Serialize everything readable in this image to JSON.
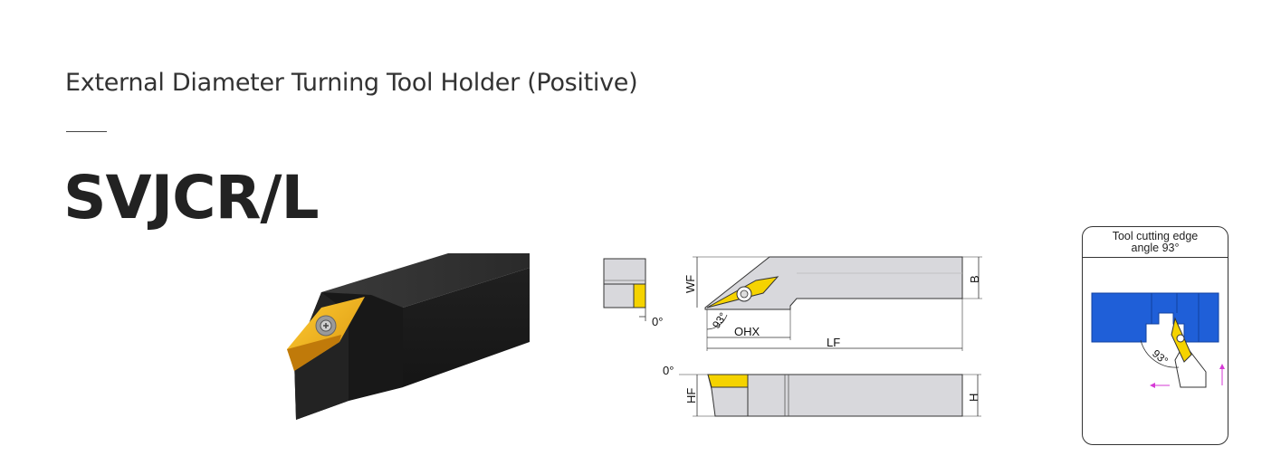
{
  "header": {
    "subtitle": "External Diameter Turning Tool Holder (Positive)",
    "model": "SVJCR/L"
  },
  "drawing": {
    "end_angle": "0°",
    "side_angle": "0°",
    "dim_wf": "WF",
    "dim_b": "B",
    "dim_ohx": "OHX",
    "dim_lf": "LF",
    "dim_hf": "HF",
    "dim_h": "H",
    "approach_angle": "93°"
  },
  "angle_box": {
    "title_line1": "Tool cutting edge",
    "title_line2": "angle 93°",
    "angle_label": "93°"
  },
  "colors": {
    "insert": "#f5d300",
    "holder_photo": "#1c1c1c",
    "holder_drawing": "#d8d8dc",
    "workpiece": "#1f5fd8",
    "feed_arrow": "#d63ad6"
  }
}
